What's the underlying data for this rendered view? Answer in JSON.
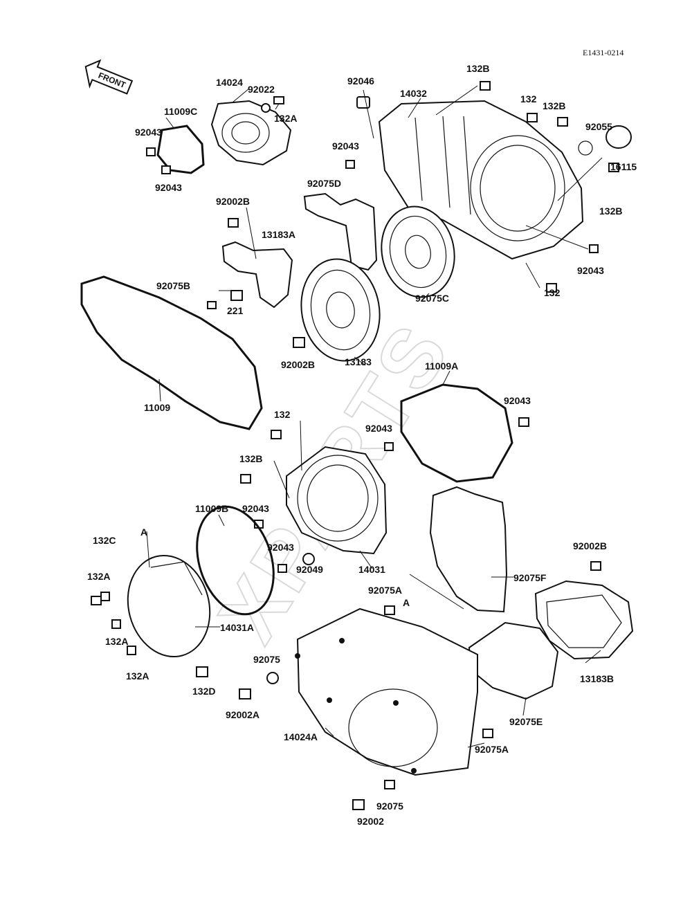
{
  "diagram": {
    "code": "E1431-0214",
    "front_label": "FRONT",
    "watermark": "XPARTS",
    "callouts": [
      {
        "id": "c01",
        "text": "132B"
      },
      {
        "id": "c02",
        "text": "14024"
      },
      {
        "id": "c03",
        "text": "92022"
      },
      {
        "id": "c04",
        "text": "132A"
      },
      {
        "id": "c05",
        "text": "11009C"
      },
      {
        "id": "c06",
        "text": "92043"
      },
      {
        "id": "c07",
        "text": "92043"
      },
      {
        "id": "c08",
        "text": "92046"
      },
      {
        "id": "c09",
        "text": "14032"
      },
      {
        "id": "c10",
        "text": "132"
      },
      {
        "id": "c11",
        "text": "132B"
      },
      {
        "id": "c12",
        "text": "92055"
      },
      {
        "id": "c13",
        "text": "16115"
      },
      {
        "id": "c14",
        "text": "92043"
      },
      {
        "id": "c15",
        "text": "132B"
      },
      {
        "id": "c16",
        "text": "92075D"
      },
      {
        "id": "c17",
        "text": "92002B"
      },
      {
        "id": "c18",
        "text": "13183A"
      },
      {
        "id": "c19",
        "text": "92043"
      },
      {
        "id": "c20",
        "text": "132"
      },
      {
        "id": "c21",
        "text": "92075B"
      },
      {
        "id": "c22",
        "text": "221"
      },
      {
        "id": "c23",
        "text": "92075C"
      },
      {
        "id": "c24",
        "text": "92002B"
      },
      {
        "id": "c25",
        "text": "13183"
      },
      {
        "id": "c26",
        "text": "11009"
      },
      {
        "id": "c27",
        "text": "11009A"
      },
      {
        "id": "c28",
        "text": "92043"
      },
      {
        "id": "c29",
        "text": "132"
      },
      {
        "id": "c30",
        "text": "92043"
      },
      {
        "id": "c31",
        "text": "132B"
      },
      {
        "id": "c32",
        "text": "11009B"
      },
      {
        "id": "c33",
        "text": "92043"
      },
      {
        "id": "c34",
        "text": "A"
      },
      {
        "id": "c35",
        "text": "132C"
      },
      {
        "id": "c36",
        "text": "92043"
      },
      {
        "id": "c37",
        "text": "92049"
      },
      {
        "id": "c38",
        "text": "14031"
      },
      {
        "id": "c39",
        "text": "92075F"
      },
      {
        "id": "c40",
        "text": "92002B"
      },
      {
        "id": "c41",
        "text": "132A"
      },
      {
        "id": "c42",
        "text": "92075A"
      },
      {
        "id": "c43",
        "text": "A"
      },
      {
        "id": "c44",
        "text": "14031A"
      },
      {
        "id": "c45",
        "text": "132A"
      },
      {
        "id": "c46",
        "text": "132A"
      },
      {
        "id": "c47",
        "text": "92075"
      },
      {
        "id": "c48",
        "text": "13183B"
      },
      {
        "id": "c49",
        "text": "132D"
      },
      {
        "id": "c50",
        "text": "92002A"
      },
      {
        "id": "c51",
        "text": "92075E"
      },
      {
        "id": "c52",
        "text": "14024A"
      },
      {
        "id": "c53",
        "text": "92075A"
      },
      {
        "id": "c54",
        "text": "92075"
      },
      {
        "id": "c55",
        "text": "92002"
      }
    ]
  }
}
